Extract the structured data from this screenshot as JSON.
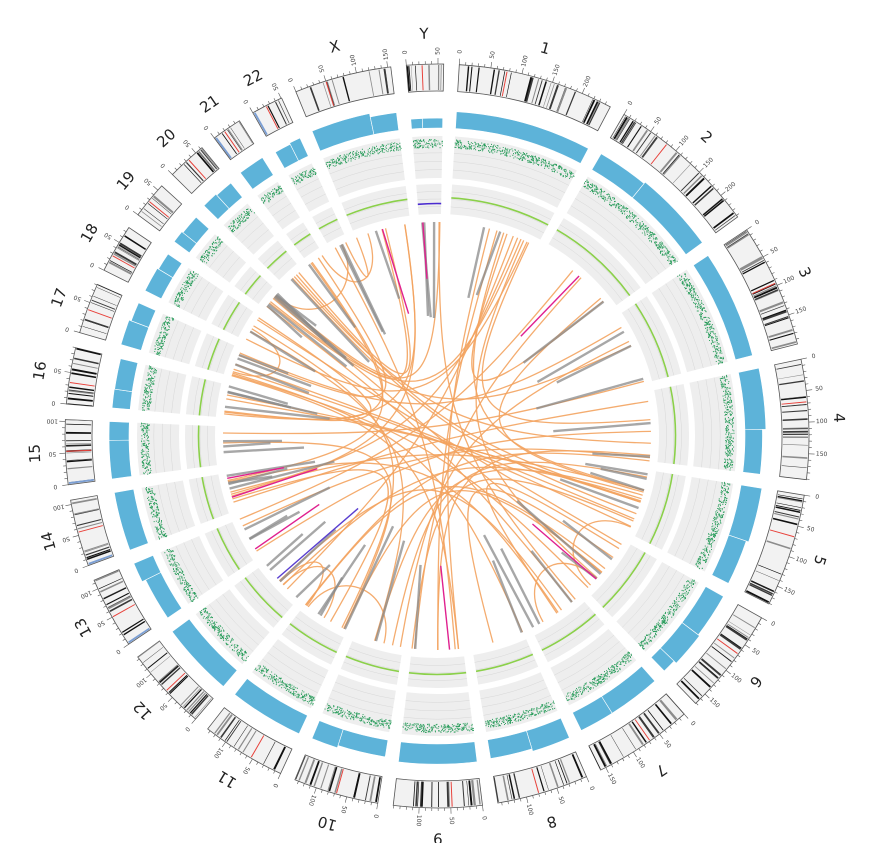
{
  "figure": {
    "type": "circos",
    "colors": {
      "ideogram_fill": "#f2f2f2",
      "ideogram_band_dark": "#111111",
      "ideogram_band_gray": "#8c8c8c",
      "centromere": "#e8413a",
      "gvar": "#7b9fd4",
      "copy_number_fill": "#5db3d9",
      "scatter_points": "#2a9d5c",
      "line_track": "#8bd04a",
      "line_track_y": "#4a2bd0",
      "track_background": "#eeeeee",
      "track_gridline": "#d8d8d8",
      "link_inter": "#f3a35f",
      "link_intra": "#8a8a8a",
      "link_highlight": "#e0208f",
      "link_purple": "#5a3fd0"
    }
  },
  "chromosomes": [
    {
      "name": "1",
      "length": 249,
      "ticks": [
        "0",
        "50",
        "100",
        "150",
        "200"
      ]
    },
    {
      "name": "2",
      "length": 243,
      "ticks": [
        "0",
        "50",
        "100",
        "150",
        "200"
      ]
    },
    {
      "name": "3",
      "length": 198,
      "ticks": [
        "0",
        "50",
        "100",
        "150"
      ]
    },
    {
      "name": "4",
      "length": 191,
      "ticks": [
        "0",
        "50",
        "100",
        "150"
      ]
    },
    {
      "name": "5",
      "length": 181,
      "ticks": [
        "0",
        "50",
        "100",
        "150"
      ]
    },
    {
      "name": "6",
      "length": 171,
      "ticks": [
        "0",
        "50",
        "100",
        "150"
      ]
    },
    {
      "name": "7",
      "length": 159,
      "ticks": [
        "0",
        "50",
        "100",
        "150"
      ]
    },
    {
      "name": "8",
      "length": 146,
      "ticks": [
        "0",
        "50",
        "100"
      ]
    },
    {
      "name": "9",
      "length": 141,
      "ticks": [
        "0",
        "50",
        "100"
      ]
    },
    {
      "name": "10",
      "length": 136,
      "ticks": [
        "0",
        "50",
        "100"
      ]
    },
    {
      "name": "11",
      "length": 135,
      "ticks": [
        "0",
        "50",
        "100"
      ]
    },
    {
      "name": "12",
      "length": 134,
      "ticks": [
        "0",
        "50",
        "100"
      ]
    },
    {
      "name": "13",
      "length": 115,
      "ticks": [
        "0",
        "50",
        "100"
      ]
    },
    {
      "name": "14",
      "length": 107,
      "ticks": [
        "0",
        "50",
        "100"
      ]
    },
    {
      "name": "15",
      "length": 103,
      "ticks": [
        "0",
        "50",
        "100"
      ]
    },
    {
      "name": "16",
      "length": 90,
      "ticks": [
        "0",
        "50"
      ]
    },
    {
      "name": "17",
      "length": 81,
      "ticks": [
        "0",
        "50"
      ]
    },
    {
      "name": "18",
      "length": 78,
      "ticks": [
        "0",
        "50"
      ]
    },
    {
      "name": "19",
      "length": 59,
      "ticks": [
        "0",
        "50"
      ]
    },
    {
      "name": "20",
      "length": 63,
      "ticks": [
        "0",
        "50"
      ]
    },
    {
      "name": "21",
      "length": 48,
      "ticks": [
        "0"
      ]
    },
    {
      "name": "22",
      "length": 51,
      "ticks": [
        "0",
        "50"
      ]
    },
    {
      "name": "X",
      "length": 155,
      "ticks": [
        "0",
        "50",
        "100",
        "150"
      ]
    },
    {
      "name": "Y",
      "length": 59,
      "ticks": [
        "0",
        "50"
      ]
    }
  ],
  "links": {
    "intra_chromosomal_count": 60,
    "inter_chromosomal_count": 70,
    "highlighted_count": 9
  }
}
